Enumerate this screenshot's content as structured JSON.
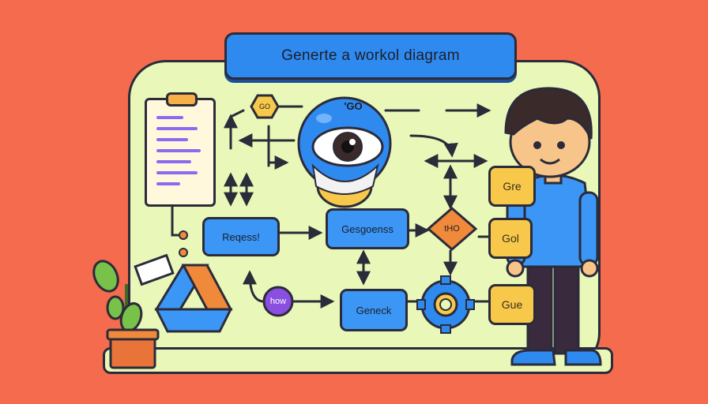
{
  "title": "Generte a workol diagram",
  "nodes": {
    "request": "Reqess!",
    "gesgoenss": "Gesgoenss",
    "genenck": "Geneck",
    "how": "how",
    "tho": "tHO",
    "go_hex": "GO",
    "eye_label": "'GO",
    "right_1": "Gre",
    "right_2": "Gol",
    "right_3": "Gue"
  },
  "colors": {
    "background": "#f56b4d",
    "panel": "#e9f8b8",
    "blue": "#3b96f5",
    "yellow": "#f7c84a",
    "orange": "#f08a3a",
    "purple": "#8a4fe0",
    "outline": "#2b2b3a"
  },
  "icons": [
    "document-icon",
    "eye-icon",
    "gear-icon",
    "diamond-icon",
    "hexagon-icon",
    "plant-icon",
    "drive-logo-icon",
    "person-illustration"
  ]
}
